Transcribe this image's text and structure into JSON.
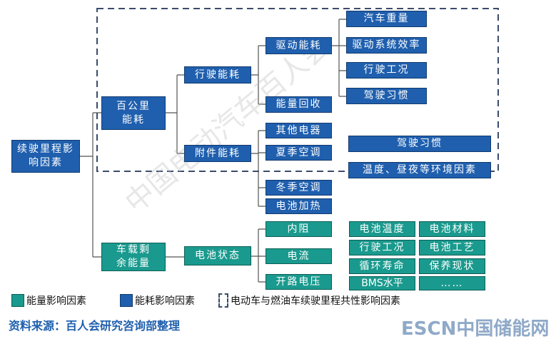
{
  "root": "续驶里程影响因素",
  "l1": {
    "consumption": "百公里能耗",
    "energy": "车载剩余能量"
  },
  "l2": {
    "driving": "行驶能耗",
    "accessory": "附件能耗",
    "battery": "电池状态"
  },
  "l3": {
    "drive": "驱动能耗",
    "recovery": "能量回收",
    "other": "其他电器",
    "summer": "夏季空调",
    "winter": "冬季空调",
    "heating": "电池加热",
    "resistance": "内阻",
    "current": "电流",
    "ocv": "开路电压"
  },
  "l4": [
    "汽车重量",
    "驱动系统效率",
    "行驶工况",
    "驾驶习惯"
  ],
  "common": [
    "驾驶习惯",
    "温度、昼夜等环境因素"
  ],
  "battery_grid": [
    "电池温度",
    "电池材料",
    "行驶工况",
    "电池工艺",
    "循环寿命",
    "保养现状",
    "BMS水平",
    "……"
  ],
  "legend": {
    "energy": "能量影响因素",
    "consumption": "能耗影响因素",
    "common": "电动车与燃油车续驶里程共性影响因素"
  },
  "source": "资料来源：百人会研究咨询部整理",
  "watermark": "中国电动汽车百人会研究咨询部",
  "logo": "ESCN中国储能网",
  "colors": {
    "blue": "#1f5fae",
    "teal": "#1a9a8e"
  }
}
